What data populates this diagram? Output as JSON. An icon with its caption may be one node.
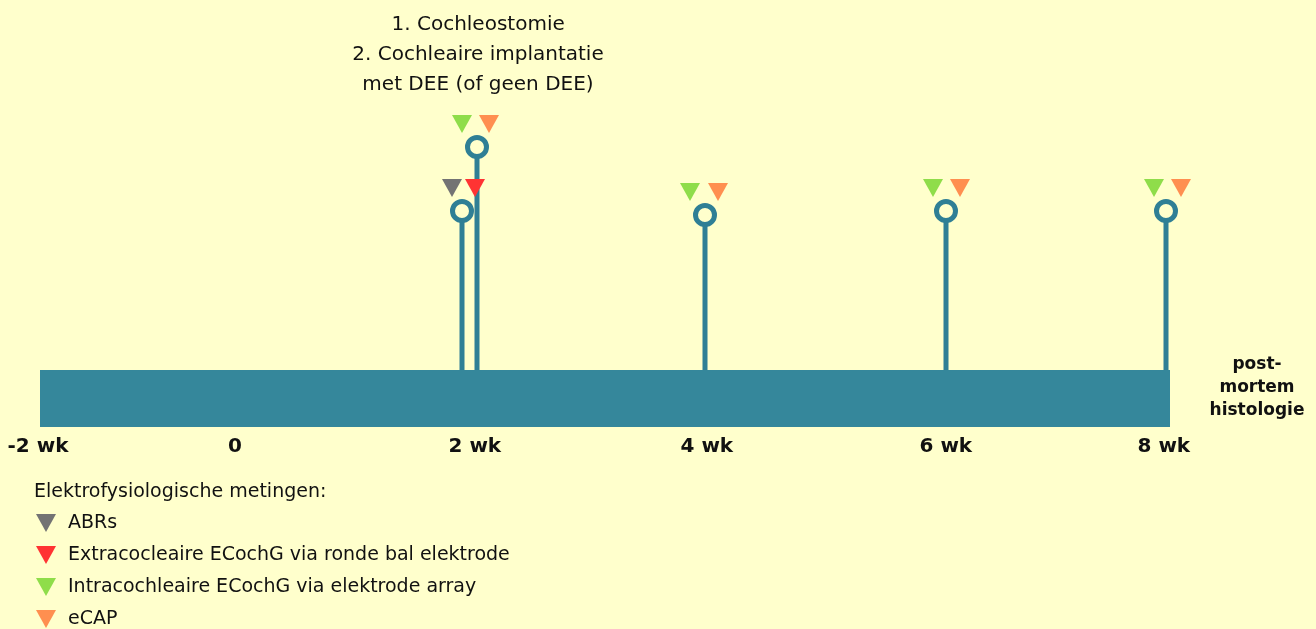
{
  "diagram": {
    "labels": [
      "1. Cochleostomie",
      "2. Cochleaire implantatie met DEE (of geen DEE)",
      "post-mortem histologie",
      "-2 wk",
      "0",
      "2 wk",
      "4 wk",
      "6 wk",
      "8 wk",
      "Elektrofysiologische metingen:"
    ],
    "legend": [
      {
        "text": "ABRs",
        "color": "#737373"
      },
      {
        "text": "Extracocleaire ECochG via ronde bal elektrode",
        "color": "#ff3333"
      },
      {
        "text": "Intracochleaire ECochG via elektrode array",
        "color": "#8fdd4a"
      },
      {
        "text": "eCAP",
        "color": "#ff8f50"
      }
    ]
  }
}
